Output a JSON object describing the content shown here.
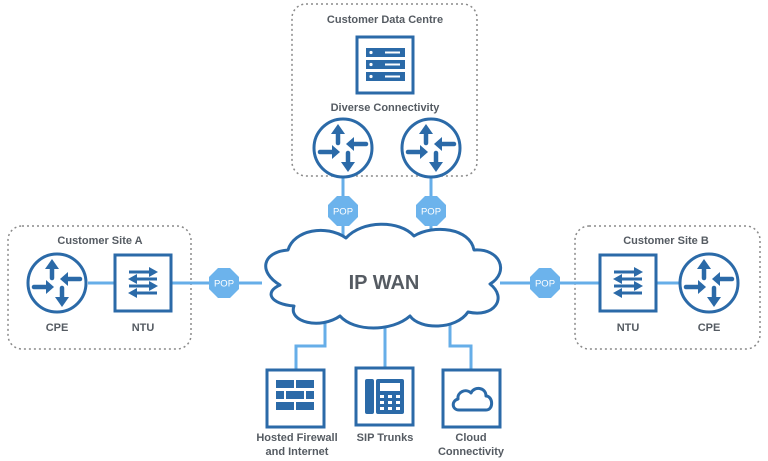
{
  "colors": {
    "primary": "#2b6aa8",
    "link": "#66aee8",
    "pop": "#6cb3ec",
    "group_border": "#8a8a8a",
    "text": "#555b62"
  },
  "groups": {
    "data_centre": "Customer Data Centre",
    "site_a": "Customer Site A",
    "site_b": "Customer Site B"
  },
  "data_centre": {
    "server_icon": "server-icon",
    "caption": "Diverse Connectivity"
  },
  "wan": {
    "label": "IP WAN"
  },
  "pops": [
    "POP",
    "POP",
    "POP",
    "POP"
  ],
  "site_a": {
    "cpe": "CPE",
    "ntu": "NTU"
  },
  "site_b": {
    "cpe": "CPE",
    "ntu": "NTU"
  },
  "services": {
    "firewall": [
      "Hosted Firewall",
      "and Internet"
    ],
    "sip": "SIP Trunks",
    "cloud": [
      "Cloud",
      "Connectivity"
    ]
  }
}
